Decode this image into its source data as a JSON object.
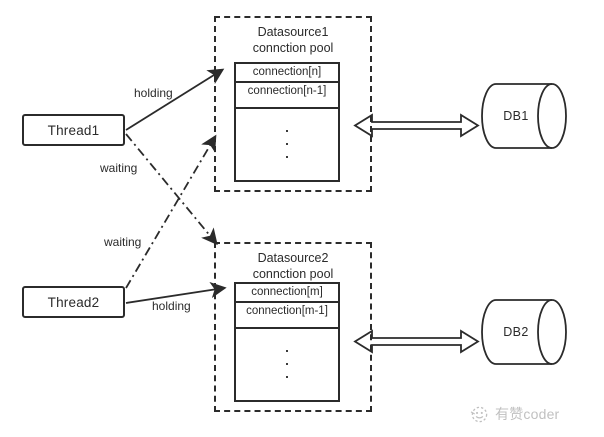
{
  "diagram": {
    "title_present": false,
    "background_color": "#ffffff",
    "stroke_color": "#2b2b2b",
    "threads": [
      {
        "id": "thread1",
        "label": "Thread1"
      },
      {
        "id": "thread2",
        "label": "Thread2"
      }
    ],
    "datasources": [
      {
        "id": "datasource1",
        "title_line1": "Datasource1",
        "title_line2": "connction pool",
        "connections": [
          "connection[n]",
          "connection[n-1]"
        ],
        "ellipsis_dots": 3
      },
      {
        "id": "datasource2",
        "title_line1": "Datasource2",
        "title_line2": "connction pool",
        "connections": [
          "connection[m]",
          "connection[m-1]"
        ],
        "ellipsis_dots": 3
      }
    ],
    "databases": [
      {
        "id": "db1",
        "label": "DB1"
      },
      {
        "id": "db2",
        "label": "DB2"
      }
    ],
    "edges": [
      {
        "id": "thread1-holding-datasource1",
        "from": "Thread1",
        "to": "Datasource1",
        "label": "holding",
        "style": "solid",
        "arrow": "single"
      },
      {
        "id": "thread1-waiting-datasource2",
        "from": "Thread1",
        "to": "Datasource2",
        "label": "waiting",
        "style": "dash-dot",
        "arrow": "single"
      },
      {
        "id": "thread2-waiting-datasource1",
        "from": "Thread2",
        "to": "Datasource1",
        "label": "waiting",
        "style": "dash-dot",
        "arrow": "single"
      },
      {
        "id": "thread2-holding-datasource2",
        "from": "Thread2",
        "to": "Datasource2",
        "label": "holding",
        "style": "solid",
        "arrow": "single"
      },
      {
        "id": "datasource1-db1",
        "from": "Datasource1",
        "to": "DB1",
        "label": "",
        "style": "solid",
        "arrow": "double-hollow"
      },
      {
        "id": "datasource2-db2",
        "from": "Datasource2",
        "to": "DB2",
        "label": "",
        "style": "solid",
        "arrow": "double-hollow"
      }
    ]
  },
  "watermark": {
    "text": "有赞coder",
    "logo_icon": "circular-dashed-logo-icon",
    "color": "#6b6b6b"
  }
}
